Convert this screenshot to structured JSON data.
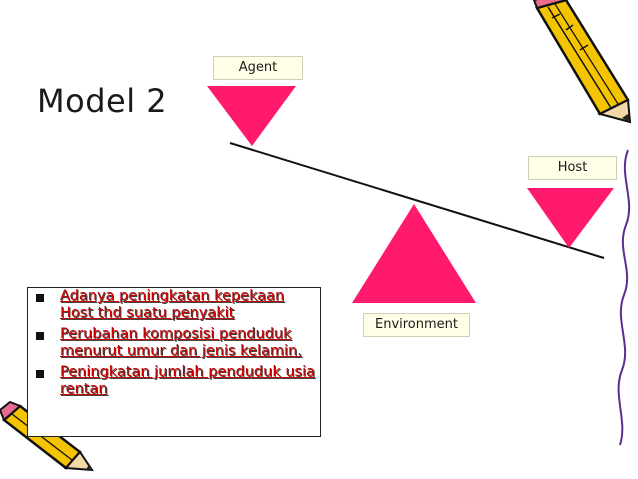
{
  "slide": {
    "title": "Model 2",
    "labels": {
      "agent": "Agent",
      "host": "Host",
      "environment": "Environment"
    },
    "bullets": [
      "Adanya peningkatan kepekaan Host thd suatu penyakit",
      "Perubahan komposisi penduduk menurut umur dan jenis kelamin.",
      "Peningkatan jumlah penduduk usia rentan"
    ],
    "colors": {
      "triangle_fill": "#ff1a6e",
      "bullet_text": "#cc0000",
      "label_bg": "#ffffe8",
      "pencil_body": "#f5c400",
      "pencil_outline": "#111111"
    },
    "icons": [
      "pencil-icon",
      "pencil-icon"
    ]
  }
}
